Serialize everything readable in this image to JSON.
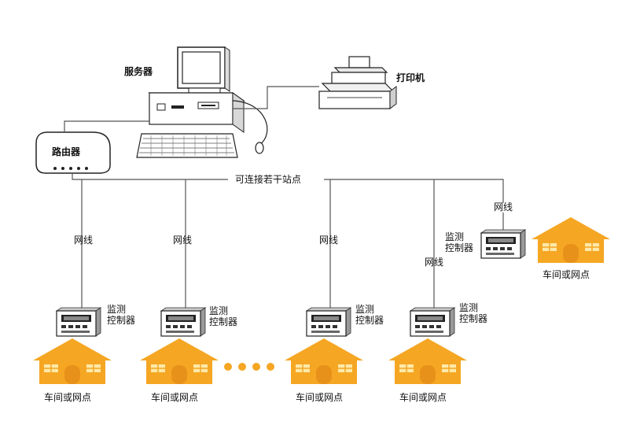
{
  "server": {
    "label": "服务器"
  },
  "printer": {
    "label": "打印机"
  },
  "router": {
    "label": "路由器"
  },
  "bus": {
    "label": "可连接若干站点"
  },
  "link_label": "网线",
  "controller_label": {
    "line1": "监测",
    "line2": "控制器"
  },
  "site_label": "车间或网点",
  "colors": {
    "house": "#f5a623",
    "house_dark": "#e8911a",
    "window": "#ffe9a8",
    "line": "#555555"
  }
}
